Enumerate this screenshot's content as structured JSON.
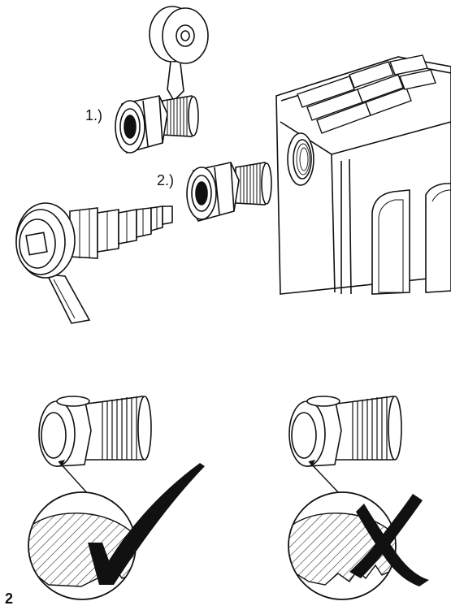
{
  "figure": {
    "number": "2",
    "steps": [
      {
        "label": "1.)"
      },
      {
        "label": "2.)"
      }
    ]
  },
  "illustration": {
    "top_panel": [
      "spool-icon",
      "first-adapter-nipple",
      "second-adapter-nipple",
      "stepped-wrench-tool",
      "radiator-section"
    ],
    "bottom_panel": [
      {
        "part": "adapter-nipple",
        "verdict_icon": "checkmark-icon",
        "meaning": "correct"
      },
      {
        "part": "adapter-nipple",
        "verdict_icon": "cross-icon",
        "meaning": "incorrect"
      }
    ]
  },
  "colors": {
    "line": "#111111",
    "background": "#ffffff",
    "hatch": "#333333"
  }
}
